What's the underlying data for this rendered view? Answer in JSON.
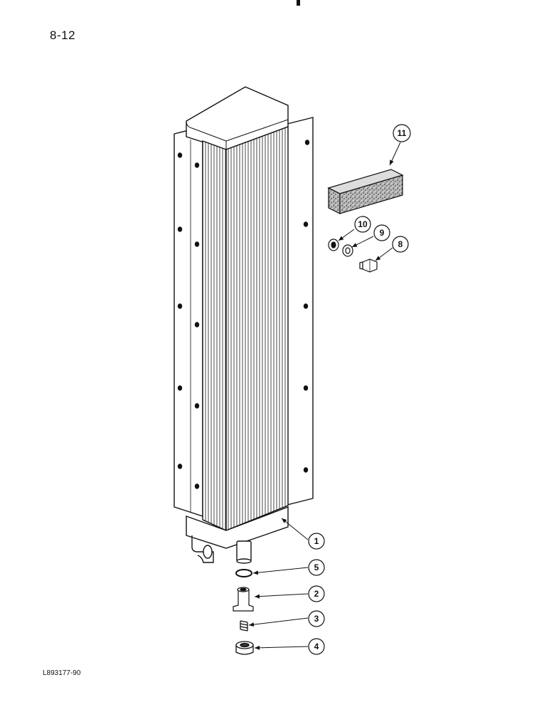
{
  "header": {
    "page_number": "8-12"
  },
  "footer": {
    "figure_code": "L893177-90"
  },
  "callouts": [
    {
      "number": "1",
      "part": "radiator-core"
    },
    {
      "number": "2",
      "part": "drain-fitting"
    },
    {
      "number": "3",
      "part": "spring"
    },
    {
      "number": "4",
      "part": "cap"
    },
    {
      "number": "5",
      "part": "o-ring"
    },
    {
      "number": "8",
      "part": "bolt"
    },
    {
      "number": "9",
      "part": "washer"
    },
    {
      "number": "10",
      "part": "washer"
    },
    {
      "number": "11",
      "part": "foam-seal"
    }
  ]
}
